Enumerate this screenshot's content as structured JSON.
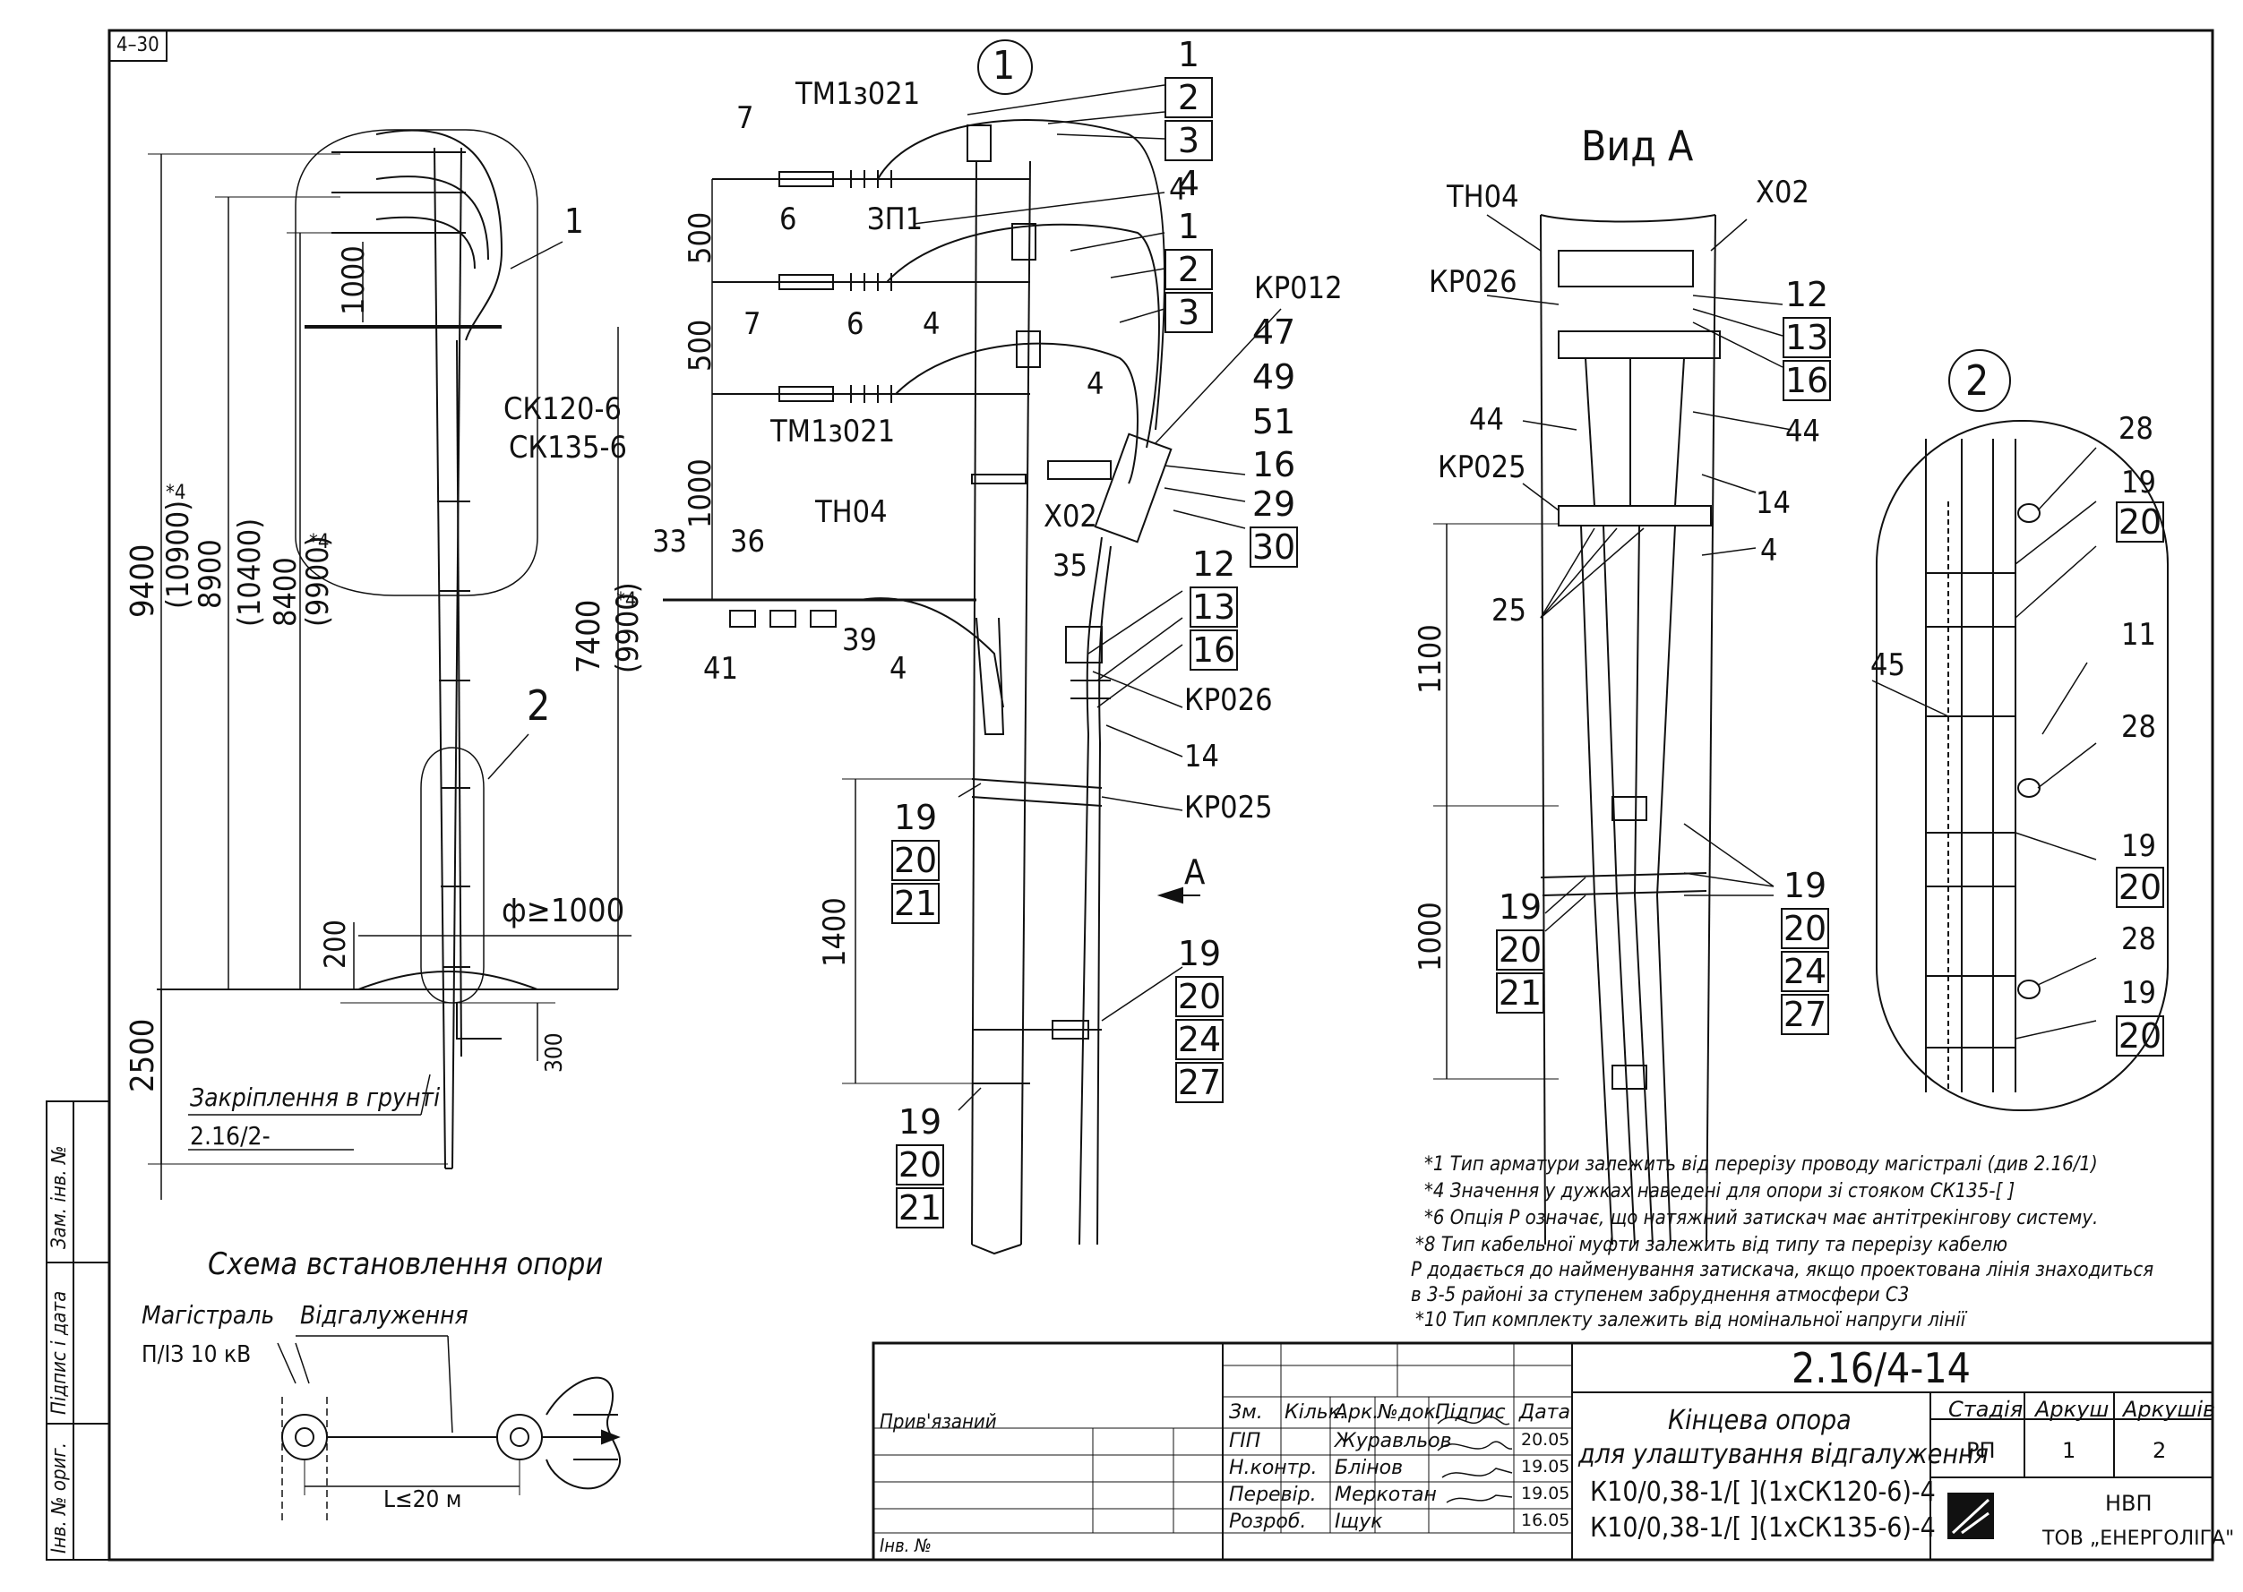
{
  "sheet_code": "4–30",
  "view_labels": {
    "view1": "1",
    "view2": "2",
    "view_a": "Вид А",
    "arrow_a": "А"
  },
  "left_view": {
    "callout_1": "1",
    "callout_2": "2",
    "pole_type_1": "СК120-6",
    "pole_type_2": "СК135-6",
    "dim_9400": "9400",
    "dim_10900": "(10900)",
    "dim_8900": "8900",
    "dim_10400": "(10400)",
    "dim_8400": "8400",
    "dim_9900": "(9900)",
    "dim_7400": "7400",
    "dim_9900b": "(9900)",
    "dim_1000": "1000",
    "dim_200": "200",
    "dim_300": "300",
    "dim_2500": "2500",
    "note_mark": "*4",
    "pit_diameter": "ф≥1000",
    "fixing_label": "Закріплення в грунті",
    "fixing_ref": "2.16/2-"
  },
  "scheme": {
    "title": "Схема встановлення опори",
    "main_line": "Магістраль",
    "main_line_type": "П/ІЗ 10 кВ",
    "branch": "Відгалуження",
    "length": "L≤20 м"
  },
  "center_view": {
    "labels": [
      "ТМ1з021",
      "ЗП1",
      "ТМ1з021",
      "ТН04",
      "Х02",
      "КР012",
      "КР026",
      "КР025",
      "35",
      "39",
      "33",
      "36",
      "41",
      "14",
      "7",
      "6",
      "7",
      "6",
      "4",
      "4",
      "4",
      "4"
    ],
    "dims": [
      "500",
      "500",
      "1000",
      "1400"
    ],
    "stack_a": [
      "1",
      "2",
      "3"
    ],
    "stack_b": [
      "4",
      "1",
      "2",
      "3"
    ],
    "stack_kr012": [
      "47",
      "49",
      "51",
      "16"
    ],
    "stack_29": [
      "29",
      "30"
    ],
    "stack_12": [
      "12",
      "13",
      "16"
    ],
    "stack_19a": [
      "19",
      "20",
      "21"
    ],
    "stack_19b": [
      "19",
      "20",
      "24",
      "27"
    ],
    "stack_19c": [
      "19",
      "20",
      "21"
    ]
  },
  "view_a": {
    "labels": [
      "ТН04",
      "Х02",
      "КР026",
      "КР025",
      "44",
      "44",
      "14",
      "4",
      "25"
    ],
    "dims": [
      "1100",
      "1000"
    ],
    "stack_12": [
      "12",
      "13",
      "16"
    ],
    "stack_19a": [
      "19",
      "20",
      "21"
    ],
    "stack_19b": [
      "19",
      "20",
      "24",
      "27"
    ]
  },
  "view2": {
    "labels": [
      "28",
      "19",
      "20",
      "11",
      "28",
      "19",
      "20",
      "28",
      "19",
      "20",
      "45"
    ]
  },
  "notes": [
    "*1 Тип арматури залежить від перерізу проводу магістралі (див 2.16/1)",
    "*4 Значення у дужках наведені для опори зі стояком СК135-[ ]",
    "*6 Опція Р означає, що натяжний затискач має антітрекінгову систему.",
    "*8 Тип кабельної муфти залежить від типу та перерізу кабелю",
    "Р додається до найменування затискача, якщо проектована лінія знаходиться",
    "в 3-5 районі за ступенем забруднення атмосфери С3",
    "*10 Тип комплекту залежить від номінальної напруги лінії"
  ],
  "side_stamps": [
    "Зам. інв. №",
    "Підпис і дата",
    "Інв. № ориг."
  ],
  "title_block": {
    "doc_number": "2.16/4-14",
    "attached": "Прив'язаний",
    "inv_no": "Інв. №",
    "headers": [
      "Зм.",
      "Кільк.",
      "Арк.",
      "№док.",
      "Підпис",
      "Дата"
    ],
    "rows": [
      {
        "role": "ГІП",
        "name": "Журавльов",
        "date": "20.05"
      },
      {
        "role": "Н.контр.",
        "name": "Блінов",
        "date": "19.05"
      },
      {
        "role": "Перевір.",
        "name": "Меркотан",
        "date": "19.05"
      },
      {
        "role": "Розроб.",
        "name": "Іщук",
        "date": "16.05"
      }
    ],
    "title_lines": [
      "Кінцева опора",
      "для улаштування відгалуження",
      "К10/0,38-1/[ ](1хСК120-6)-4",
      "К10/0,38-1/[ ](1хСК135-6)-4"
    ],
    "stage_header": "Стадія",
    "sheet_header": "Аркуш",
    "sheets_header": "Аркушів",
    "stage": "РП",
    "sheet": "1",
    "sheets": "2",
    "company_1": "НВП",
    "company_2": "ТОВ „ЕНЕРГОЛІГА\""
  }
}
